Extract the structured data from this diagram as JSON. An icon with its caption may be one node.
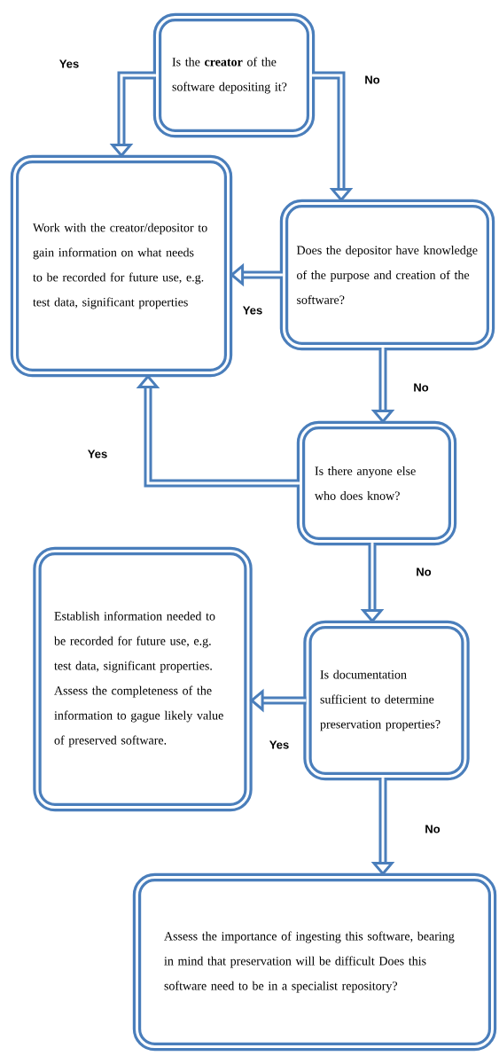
{
  "diagram": {
    "nodes": [
      {
        "text": [
          "Is the **creator** of the software depositing it?"
        ]
      },
      {
        "text": [
          "Work with the creator/depositor to gain information on what needs to be recorded for future use, e.g. test data, significant properties"
        ]
      },
      {
        "text": [
          "Does the depositor have knowledge of the purpose and creation of the software?"
        ]
      },
      {
        "text": [
          "Is there anyone else who does know?"
        ]
      },
      {
        "text": [
          "Establish information needed to be recorded for future use, e.g. test data, significant properties. Assess the completeness of the information to gague likely value of preserved software."
        ]
      },
      {
        "text": [
          "Is documentation sufficient to determine preservation properties?"
        ]
      },
      {
        "text": [
          "Assess the importance of ingesting this software, bearing in mind that preservation will be difficult Does this software need to be in a specialist repository?"
        ]
      }
    ],
    "edges": [
      {
        "from": 0,
        "to": 1,
        "arrow": "to",
        "label": "Yes"
      },
      {
        "from": 0,
        "to": 2,
        "arrow": "to",
        "label": "No"
      },
      {
        "from": 2,
        "to": 1,
        "arrow": "to",
        "label": "Yes"
      },
      {
        "from": 2,
        "to": 3,
        "arrow": "to",
        "label": "No"
      },
      {
        "from": 3,
        "to": 1,
        "arrow": "to",
        "label": "Yes"
      },
      {
        "from": 3,
        "to": 5,
        "arrow": "to",
        "label": "No"
      },
      {
        "from": 5,
        "to": 4,
        "arrow": "to",
        "label": "Yes"
      },
      {
        "from": 5,
        "to": 6,
        "arrow": "to",
        "label": "No"
      }
    ]
  }
}
